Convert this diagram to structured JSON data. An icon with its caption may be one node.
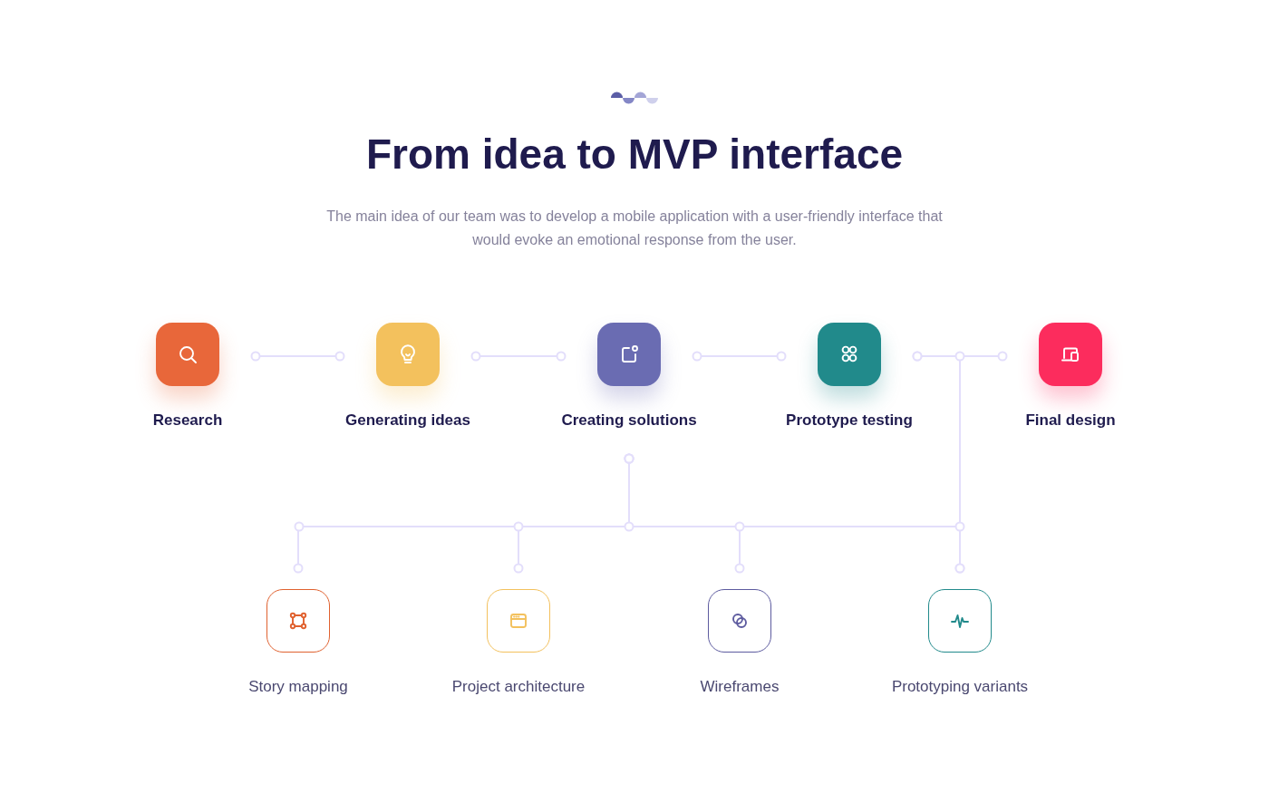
{
  "diagram": {
    "title": "From idea to MVP interface",
    "caption": "The main idea of our team was to develop a mobile application with a user-friendly interface that would evoke an emotional response from the user.",
    "nodes": [
      {
        "text": [
          "Research"
        ]
      },
      {
        "text": [
          "Generating ideas"
        ]
      },
      {
        "text": [
          "Creating solutions"
        ]
      },
      {
        "text": [
          "Prototype testing"
        ]
      },
      {
        "text": [
          "Final design"
        ]
      },
      {
        "text": [
          "Story mapping"
        ]
      },
      {
        "text": [
          "Project architecture"
        ]
      },
      {
        "text": [
          "Wireframes"
        ]
      },
      {
        "text": [
          "Prototyping variants"
        ]
      }
    ],
    "edges": [
      {
        "from": 0,
        "to": 1,
        "arrow": "other"
      },
      {
        "from": 1,
        "to": 2,
        "arrow": "other"
      },
      {
        "from": 2,
        "to": 3,
        "arrow": "other"
      },
      {
        "from": 3,
        "to": 4,
        "arrow": "other"
      },
      {
        "from": 2,
        "to": 5,
        "arrow": "other"
      },
      {
        "from": 2,
        "to": 6,
        "arrow": "other"
      },
      {
        "from": 2,
        "to": 7,
        "arrow": "other"
      },
      {
        "from": 2,
        "to": 8,
        "arrow": "other"
      },
      {
        "from": 3,
        "to": 8,
        "arrow": "other"
      }
    ]
  }
}
